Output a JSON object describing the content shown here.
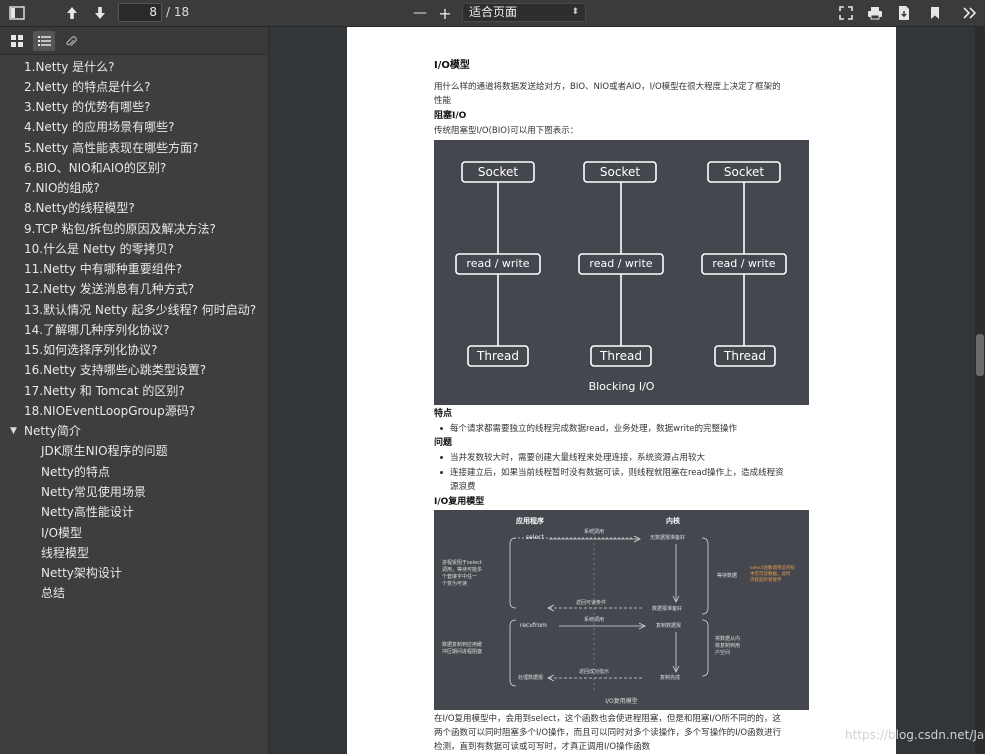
{
  "toolbar": {
    "page_current": "8",
    "page_total": "/ 18",
    "zoom_minus": "—",
    "zoom_plus": "+",
    "zoom_level": "适合页面"
  },
  "sidebar": {
    "items": [
      "1.Netty 是什么?",
      "2.Netty 的特点是什么?",
      "3.Netty 的优势有哪些?",
      "4.Netty 的应用场景有哪些?",
      "5.Netty 高性能表现在哪些方面?",
      "6.BIO、NIO和AIO的区别?",
      "7.NIO的组成?",
      "8.Netty的线程模型?",
      "9.TCP 粘包/拆包的原因及解决方法?",
      "10.什么是 Netty 的零拷贝?",
      "11.Netty 中有哪种重要组件?",
      "12.Netty 发送消息有几种方式?",
      "13.默认情况 Netty 起多少线程? 何时启动?",
      "14.了解哪几种序列化协议?",
      "15.如何选择序列化协议?",
      "16.Netty 支持哪些心跳类型设置?",
      "17.Netty 和 Tomcat 的区别?",
      "18.NIOEventLoopGroup源码?"
    ],
    "group_title": "Netty简介",
    "group_children": [
      "JDK原生NIO程序的问题",
      "Netty的特点",
      "Netty常见使用场景",
      "Netty高性能设计",
      "I/O模型",
      "线程模型",
      "Netty架构设计",
      "总结"
    ]
  },
  "page": {
    "title": "I/O模型",
    "intro_1": "用什么样的通道将数据发送给对方，BIO、NIO或者AIO，I/O模型在很大程度上决定了框架的",
    "intro_2": "性能",
    "blocking_heading": "阻塞I/O",
    "blocking_desc": "传统阻塞型I/O(BIO)可以用下图表示：",
    "fig1": {
      "socket": "Socket",
      "rw": "read / write",
      "thread": "Thread",
      "caption": "Blocking I/O"
    },
    "features_heading": "特点",
    "feature_1": "每个请求都需要独立的线程完成数据read，业务处理，数据write的完整操作",
    "problems_heading": "问题",
    "problem_1": "当并发数较大时，需要创建大量线程来处理连接，系统资源占用较大",
    "problem_2a": "连接建立后，如果当前线程暂时没有数据可读，则线程就阻塞在read操作上，造成线程资",
    "problem_2b": "源浪费",
    "mux_heading": "I/O复用模型",
    "fig2": {
      "col_app": "应用程序",
      "col_kernel": "内核",
      "select": "select",
      "syscall": "系统调用",
      "no_data": "无数据报准备好",
      "wait": "等待数据",
      "block_note_1": "进程受阻于select",
      "block_note_2": "调用，等待可能多",
      "block_note_3": "个套接字中任一",
      "block_note_4": "个变为可读",
      "return_readable": "返回可读条件",
      "ready": "数据报准备好",
      "recvfrom": "recvfrom",
      "copy": "复制数据报",
      "copy_note_1": "数据复制到应用缓",
      "copy_note_2": "冲区期间进程阻塞",
      "copy_to_user_1": "将数据从内",
      "copy_to_user_2": "核复制到用",
      "copy_to_user_3": "户空间",
      "return_ok": "返回成功指示",
      "process": "处理数据报",
      "done": "复制完成",
      "red_note_1": "select函数调用前内核",
      "red_note_2": "中无可读数据，此时",
      "red_note_3": "内核监听套接字",
      "caption": "I/O复用模型"
    },
    "mux_1": "在I/O复用模型中，会用到select，这个函数也会使进程阻塞，但是和阻塞I/O所不同的的，这",
    "mux_2": "两个函数可以同时阻塞多个I/O操作，而且可以同时对多个读操作，多个写操作的I/O函数进行",
    "mux_3": "检测，直到有数据可读或可写时，才真正调用I/O操作函数"
  },
  "watermark": "https://blog.csdn.net/Java_may"
}
